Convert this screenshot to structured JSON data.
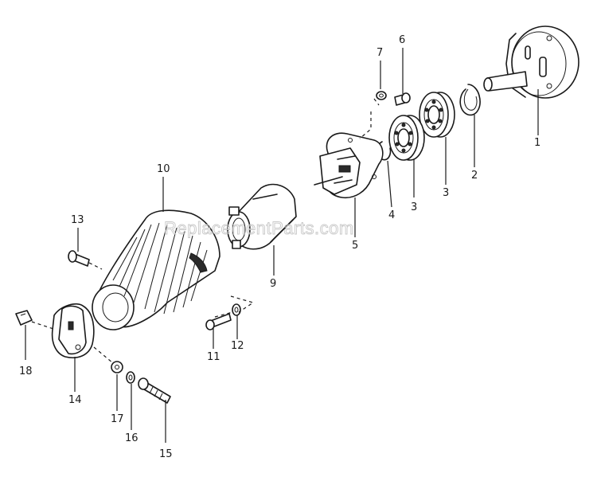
{
  "watermark": "ReplacementParts.com",
  "callouts": {
    "c1": "1",
    "c2": "2",
    "c3a": "3",
    "c3b": "3",
    "c4": "4",
    "c5": "5",
    "c6": "6",
    "c7": "7",
    "c9": "9",
    "c10": "10",
    "c11": "11",
    "c12": "12",
    "c13": "13",
    "c14": "14",
    "c15": "15",
    "c16": "16",
    "c17": "17",
    "c18": "18"
  },
  "colors": {
    "line": "#1a1a1a",
    "background": "#ffffff",
    "watermark": "#c8c8c8"
  }
}
